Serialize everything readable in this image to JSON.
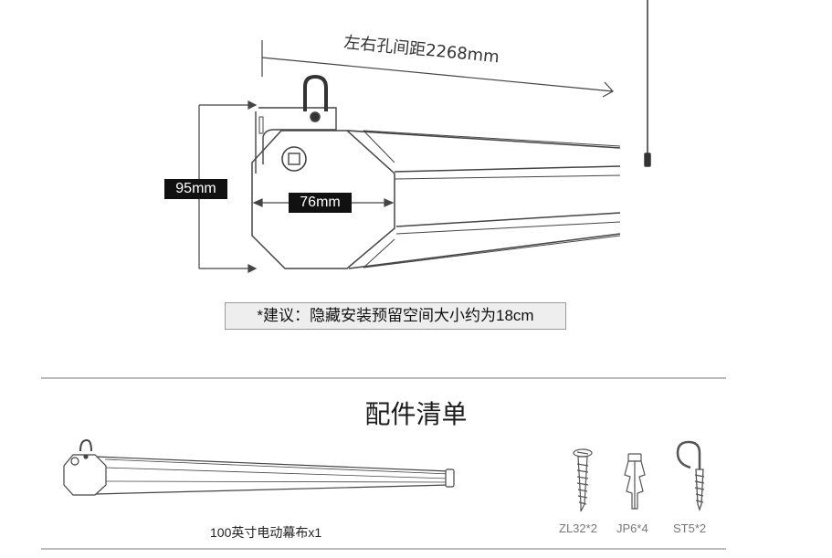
{
  "dimensions": {
    "hole_spacing": "左右孔间距2268mm",
    "height": "95mm",
    "width": "76mm"
  },
  "note": "*建议：隐藏安装预留空间大小约为18cm",
  "accessories": {
    "title": "配件清单",
    "main_item": "100英寸电动幕布x1",
    "parts": [
      {
        "label": "ZL32*2",
        "icon": "screw-icon"
      },
      {
        "label": "JP6*4",
        "icon": "wall-anchor-icon"
      },
      {
        "label": "ST5*2",
        "icon": "hook-screw-icon"
      }
    ]
  },
  "colors": {
    "line": "#444444",
    "tag_bg": "#111111",
    "divider": "#bbbbbb"
  }
}
